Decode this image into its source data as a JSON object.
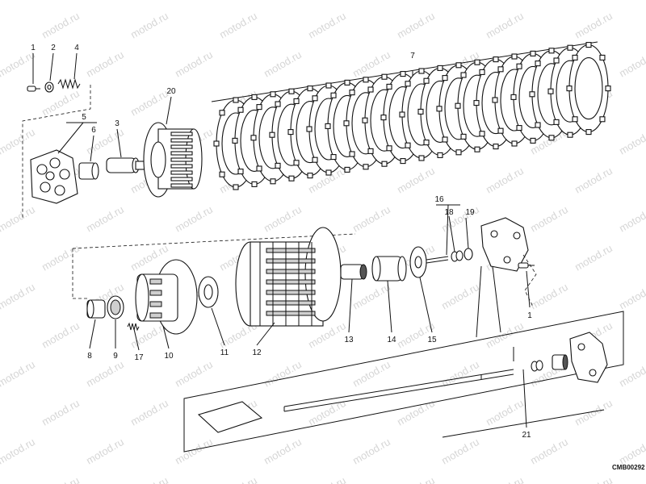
{
  "diagram": {
    "code": "CMB00292",
    "watermark": "motod.ru",
    "callouts": [
      "1",
      "2",
      "4",
      "5",
      "6",
      "3",
      "20",
      "7",
      "16",
      "18",
      "19",
      "1",
      "8",
      "9",
      "17",
      "10",
      "11",
      "12",
      "13",
      "14",
      "15",
      "21"
    ]
  }
}
